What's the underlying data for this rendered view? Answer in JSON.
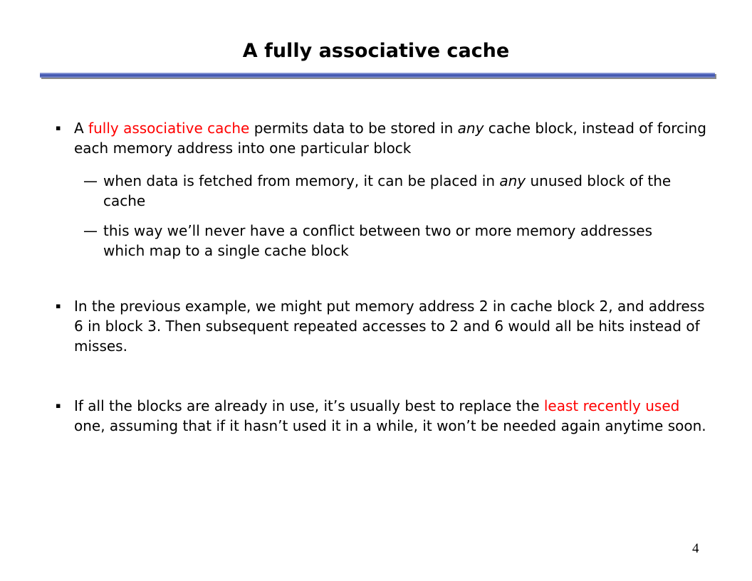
{
  "slide": {
    "title": "A fully associative cache",
    "page_number": "4",
    "bullet_marker": "▪",
    "dash_marker": "—",
    "bullets": [
      {
        "pre": "A ",
        "highlight": "fully associative cache",
        "mid": " permits data to be stored in ",
        "em": "any",
        "post": " cache block, instead of forcing each memory address into one particular block",
        "subs": [
          {
            "pre": "when data is fetched from memory, it can be placed in ",
            "em": "any",
            "post": " unused block of the cache"
          },
          {
            "text": "this way we’ll never have a conflict between two or more memory addresses which map to a single cache block"
          }
        ]
      },
      {
        "text": "In the previous example, we might put memory address 2 in cache block 2, and address 6 in block 3. Then subsequent repeated accesses to 2 and 6 would all be hits instead of misses."
      },
      {
        "pre": "If all the blocks are already in use, it’s usually best to replace the ",
        "highlight": "least recently used",
        "post": " one, assuming that if it hasn’t used it in a while, it won’t be needed again anytime soon."
      }
    ]
  },
  "colors": {
    "highlight": "#ff0000",
    "rule": "#3a4ea8"
  }
}
